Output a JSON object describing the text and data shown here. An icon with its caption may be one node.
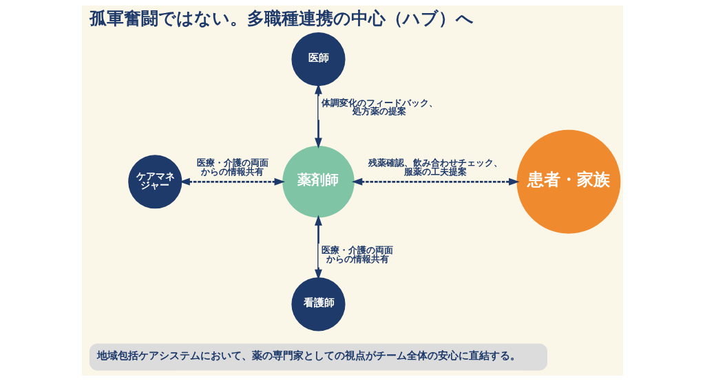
{
  "diagram": {
    "title": "孤軍奮闘ではない。多職種連携の中心（ハブ）へ",
    "caption": "地域包括ケアシステムにおいて、薬の専門家としての視点がチーム全体の安心に直結する。",
    "nodes": [
      {
        "text": [
          "医師"
        ]
      },
      {
        "text": [
          "ケアマネジャー"
        ]
      },
      {
        "text": [
          "薬剤師"
        ]
      },
      {
        "text": [
          "患者・家族"
        ]
      },
      {
        "text": [
          "看護師"
        ]
      }
    ],
    "edges": [
      {
        "from": 0,
        "to": 2,
        "arrow": "both",
        "label": "体調変化のフィードバック、処方薬の提案"
      },
      {
        "from": 1,
        "to": 2,
        "arrow": "both",
        "label": "医療・介護の両面からの情報共有",
        "style": "dashed"
      },
      {
        "from": 2,
        "to": 3,
        "arrow": "both",
        "label": "残薬確認、飲み合わせチェック、服薬の工夫提案",
        "style": "dashed"
      },
      {
        "from": 2,
        "to": 4,
        "arrow": "both",
        "label": "医療・介護の両面からの情報共有"
      }
    ]
  }
}
